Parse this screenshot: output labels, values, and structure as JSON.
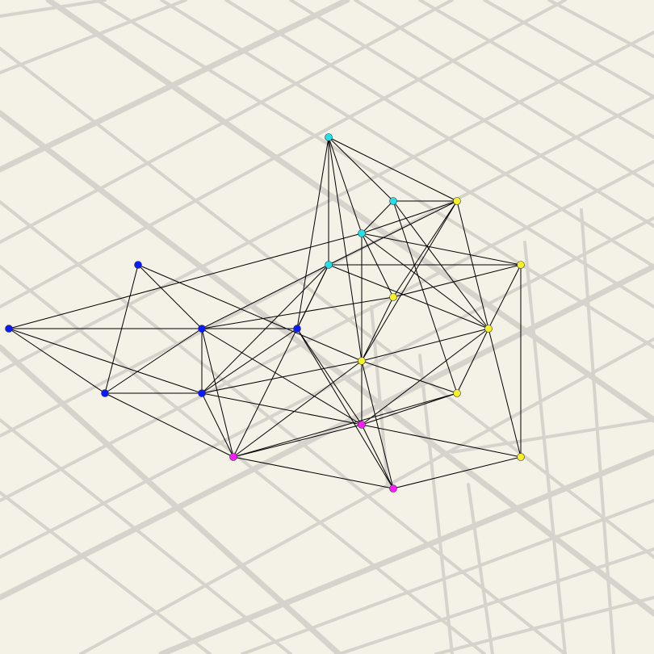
{
  "map": {
    "background_color": "#f4f1e6",
    "street_color": "#d5d3cc",
    "edge_color": "#000000"
  },
  "cluster_colors": {
    "blue": "#0a1aff",
    "cyan": "#22e0e8",
    "yellow": "#f5f028",
    "magenta": "#ff19ff"
  },
  "graph": {
    "nodes": [
      {
        "id": "c1",
        "cluster": "cyan"
      },
      {
        "id": "c2",
        "cluster": "cyan"
      },
      {
        "id": "c3",
        "cluster": "cyan"
      },
      {
        "id": "c4",
        "cluster": "cyan"
      },
      {
        "id": "y1",
        "cluster": "yellow"
      },
      {
        "id": "y2",
        "cluster": "yellow"
      },
      {
        "id": "y3",
        "cluster": "yellow"
      },
      {
        "id": "y4",
        "cluster": "yellow"
      },
      {
        "id": "y5",
        "cluster": "yellow"
      },
      {
        "id": "y6",
        "cluster": "yellow"
      },
      {
        "id": "y7",
        "cluster": "yellow"
      },
      {
        "id": "b1",
        "cluster": "blue"
      },
      {
        "id": "b2",
        "cluster": "blue"
      },
      {
        "id": "b3",
        "cluster": "blue"
      },
      {
        "id": "b4",
        "cluster": "blue"
      },
      {
        "id": "b5",
        "cluster": "blue"
      },
      {
        "id": "b6",
        "cluster": "blue"
      },
      {
        "id": "m1",
        "cluster": "magenta"
      },
      {
        "id": "m2",
        "cluster": "magenta"
      },
      {
        "id": "m3",
        "cluster": "magenta"
      }
    ],
    "edges": [
      [
        "c1",
        "c2"
      ],
      [
        "c1",
        "y1"
      ],
      [
        "c1",
        "c3"
      ],
      [
        "c1",
        "c4"
      ],
      [
        "c1",
        "b4"
      ],
      [
        "c1",
        "y4"
      ],
      [
        "c2",
        "y1"
      ],
      [
        "c2",
        "c3"
      ],
      [
        "c2",
        "y5"
      ],
      [
        "c2",
        "y6"
      ],
      [
        "y1",
        "c3"
      ],
      [
        "y1",
        "c4"
      ],
      [
        "y1",
        "y3"
      ],
      [
        "y1",
        "y4"
      ],
      [
        "y1",
        "y5"
      ],
      [
        "c3",
        "y2"
      ],
      [
        "c3",
        "y3"
      ],
      [
        "c3",
        "y5"
      ],
      [
        "c3",
        "y4"
      ],
      [
        "c3",
        "b1"
      ],
      [
        "c4",
        "y2"
      ],
      [
        "c4",
        "y5"
      ],
      [
        "c4",
        "b3"
      ],
      [
        "c4",
        "b4"
      ],
      [
        "c4",
        "m3"
      ],
      [
        "c4",
        "b6"
      ],
      [
        "y2",
        "y5"
      ],
      [
        "y2",
        "y7"
      ],
      [
        "y2",
        "y3"
      ],
      [
        "y3",
        "b3"
      ],
      [
        "y3",
        "y4"
      ],
      [
        "y5",
        "y4"
      ],
      [
        "y5",
        "y6"
      ],
      [
        "y5",
        "y7"
      ],
      [
        "y5",
        "m1"
      ],
      [
        "y4",
        "b2"
      ],
      [
        "y4",
        "b6"
      ],
      [
        "y4",
        "m2"
      ],
      [
        "y4",
        "m1"
      ],
      [
        "y4",
        "y6"
      ],
      [
        "y4",
        "m3"
      ],
      [
        "y6",
        "m1"
      ],
      [
        "y6",
        "m3"
      ],
      [
        "y7",
        "m1"
      ],
      [
        "y7",
        "m2"
      ],
      [
        "m1",
        "m2"
      ],
      [
        "m1",
        "b3"
      ],
      [
        "m1",
        "b4"
      ],
      [
        "m1",
        "b6"
      ],
      [
        "m1",
        "m3"
      ],
      [
        "m2",
        "b4"
      ],
      [
        "m2",
        "m3"
      ],
      [
        "m3",
        "b5"
      ],
      [
        "m3",
        "b3"
      ],
      [
        "m3",
        "b6"
      ],
      [
        "b1",
        "b5"
      ],
      [
        "b1",
        "b3"
      ],
      [
        "b1",
        "b6"
      ],
      [
        "b2",
        "b3"
      ],
      [
        "b2",
        "b5"
      ],
      [
        "b3",
        "b4"
      ],
      [
        "b3",
        "b5"
      ],
      [
        "b3",
        "b6"
      ],
      [
        "b4",
        "b6"
      ],
      [
        "b5",
        "b6"
      ]
    ]
  }
}
